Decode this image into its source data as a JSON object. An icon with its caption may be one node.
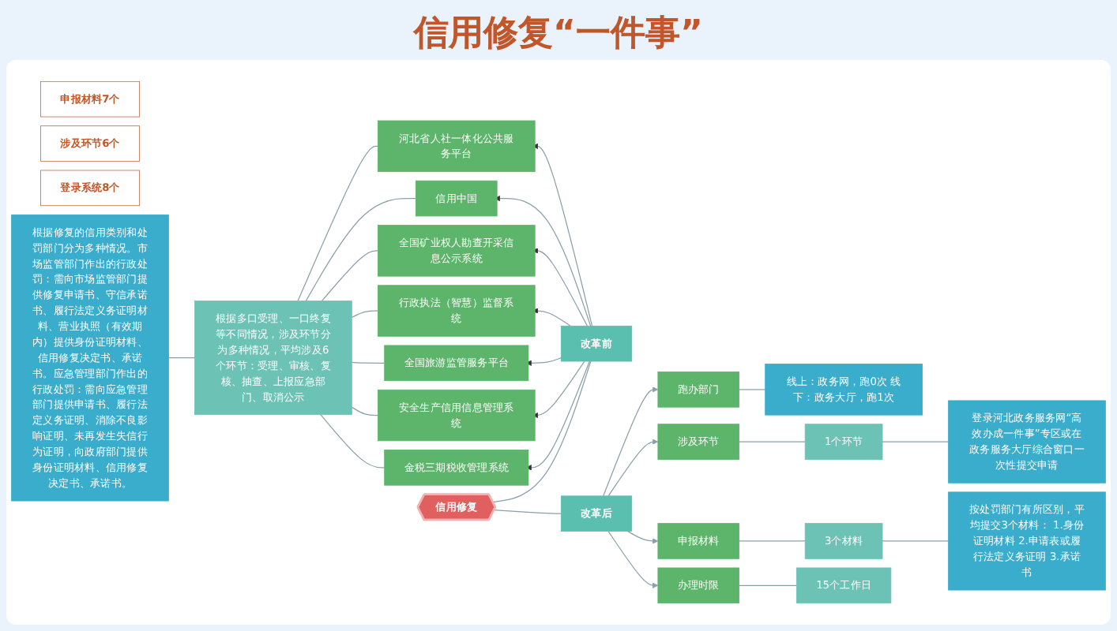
{
  "diagram": {
    "title": "信用修复“一件事”",
    "nodes": [
      {
        "text": [
          "申报材料7个"
        ]
      },
      {
        "text": [
          "涉及环节6个"
        ]
      },
      {
        "text": [
          "登录系统8个"
        ]
      },
      {
        "text": [
          "根据修复的信用类别和处罚部门分为多种情况。市场监管部门作出的行政处罚：需向市场监管部门提供修复申请书、守信承诺书、履行法定义务证明材料、营业执照（有效期内）提供身份证明材料、信用修复决定书、承诺书。应急管理部门作出的行政处罚：需向应急管理部门提供申请书、履行法定义务证明、消除不良影响证明、未再发生失信行为证明，向政府部门提供身份证明材料、信用修复决定书、承诺书。"
        ]
      },
      {
        "text": [
          "根据多口受理、一口终复等不同情况，涉及环节分为多种情况，平均涉及6个环节：受理、审核、复核、抽查、上报应急部门、取消公示"
        ]
      },
      {
        "text": [
          "河北省人社一体化公共服务平台"
        ]
      },
      {
        "text": [
          "信用中国"
        ]
      },
      {
        "text": [
          "全国矿业权人勘查开采信息公示系统"
        ]
      },
      {
        "text": [
          "行政执法（智慧）监督系统"
        ]
      },
      {
        "text": [
          "全国旅游监管服务平台"
        ]
      },
      {
        "text": [
          "安全生产信用信息管理系统"
        ]
      },
      {
        "text": [
          "金税三期税收管理系统"
        ]
      },
      {
        "text": [
          "改革前"
        ]
      },
      {
        "text": [
          "信用修复"
        ]
      },
      {
        "text": [
          "改革后"
        ]
      },
      {
        "text": [
          "跑办部门"
        ]
      },
      {
        "text": [
          "线上：政务网，跑0次 线下：政务大厅，跑1次"
        ]
      },
      {
        "text": [
          "涉及环节"
        ]
      },
      {
        "text": [
          "1个环节"
        ]
      },
      {
        "text": [
          "登录河北政务服务网“高效办成一件事”专区或在政务服务大厅综合窗口一次性提交申请"
        ]
      },
      {
        "text": [
          "申报材料"
        ]
      },
      {
        "text": [
          "3个材料"
        ]
      },
      {
        "text": [
          "按处罚部门有所区别，平均提交3个材料： 1.身份证明材料 2.申请表或履行法定义务证明 3.承诺书"
        ]
      },
      {
        "text": [
          "办理时限"
        ]
      },
      {
        "text": [
          "15个工作日"
        ]
      }
    ],
    "edges": [
      {
        "from": 3,
        "to": 4,
        "arrow": "none"
      },
      {
        "from": 4,
        "to": 5,
        "arrow": "none"
      },
      {
        "from": 4,
        "to": 6,
        "arrow": "none"
      },
      {
        "from": 4,
        "to": 7,
        "arrow": "none"
      },
      {
        "from": 4,
        "to": 8,
        "arrow": "none"
      },
      {
        "from": 4,
        "to": 9,
        "arrow": "none"
      },
      {
        "from": 4,
        "to": 10,
        "arrow": "none"
      },
      {
        "from": 4,
        "to": 11,
        "arrow": "none"
      },
      {
        "from": 12,
        "to": 5,
        "arrow": "to"
      },
      {
        "from": 12,
        "to": 6,
        "arrow": "to"
      },
      {
        "from": 12,
        "to": 7,
        "arrow": "to"
      },
      {
        "from": 12,
        "to": 8,
        "arrow": "to"
      },
      {
        "from": 12,
        "to": 9,
        "arrow": "to"
      },
      {
        "from": 12,
        "to": 10,
        "arrow": "to"
      },
      {
        "from": 12,
        "to": 11,
        "arrow": "to"
      },
      {
        "from": 13,
        "to": 12,
        "arrow": "none"
      },
      {
        "from": 13,
        "to": 14,
        "arrow": "none"
      },
      {
        "from": 14,
        "to": 15,
        "arrow": "to"
      },
      {
        "from": 14,
        "to": 17,
        "arrow": "to"
      },
      {
        "from": 14,
        "to": 20,
        "arrow": "to"
      },
      {
        "from": 14,
        "to": 23,
        "arrow": "to"
      },
      {
        "from": 15,
        "to": 16,
        "arrow": "none"
      },
      {
        "from": 17,
        "to": 18,
        "arrow": "none"
      },
      {
        "from": 18,
        "to": 19,
        "arrow": "none"
      },
      {
        "from": 20,
        "to": 21,
        "arrow": "none"
      },
      {
        "from": 21,
        "to": 22,
        "arrow": "none"
      },
      {
        "from": 23,
        "to": 24,
        "arrow": "none"
      }
    ]
  }
}
